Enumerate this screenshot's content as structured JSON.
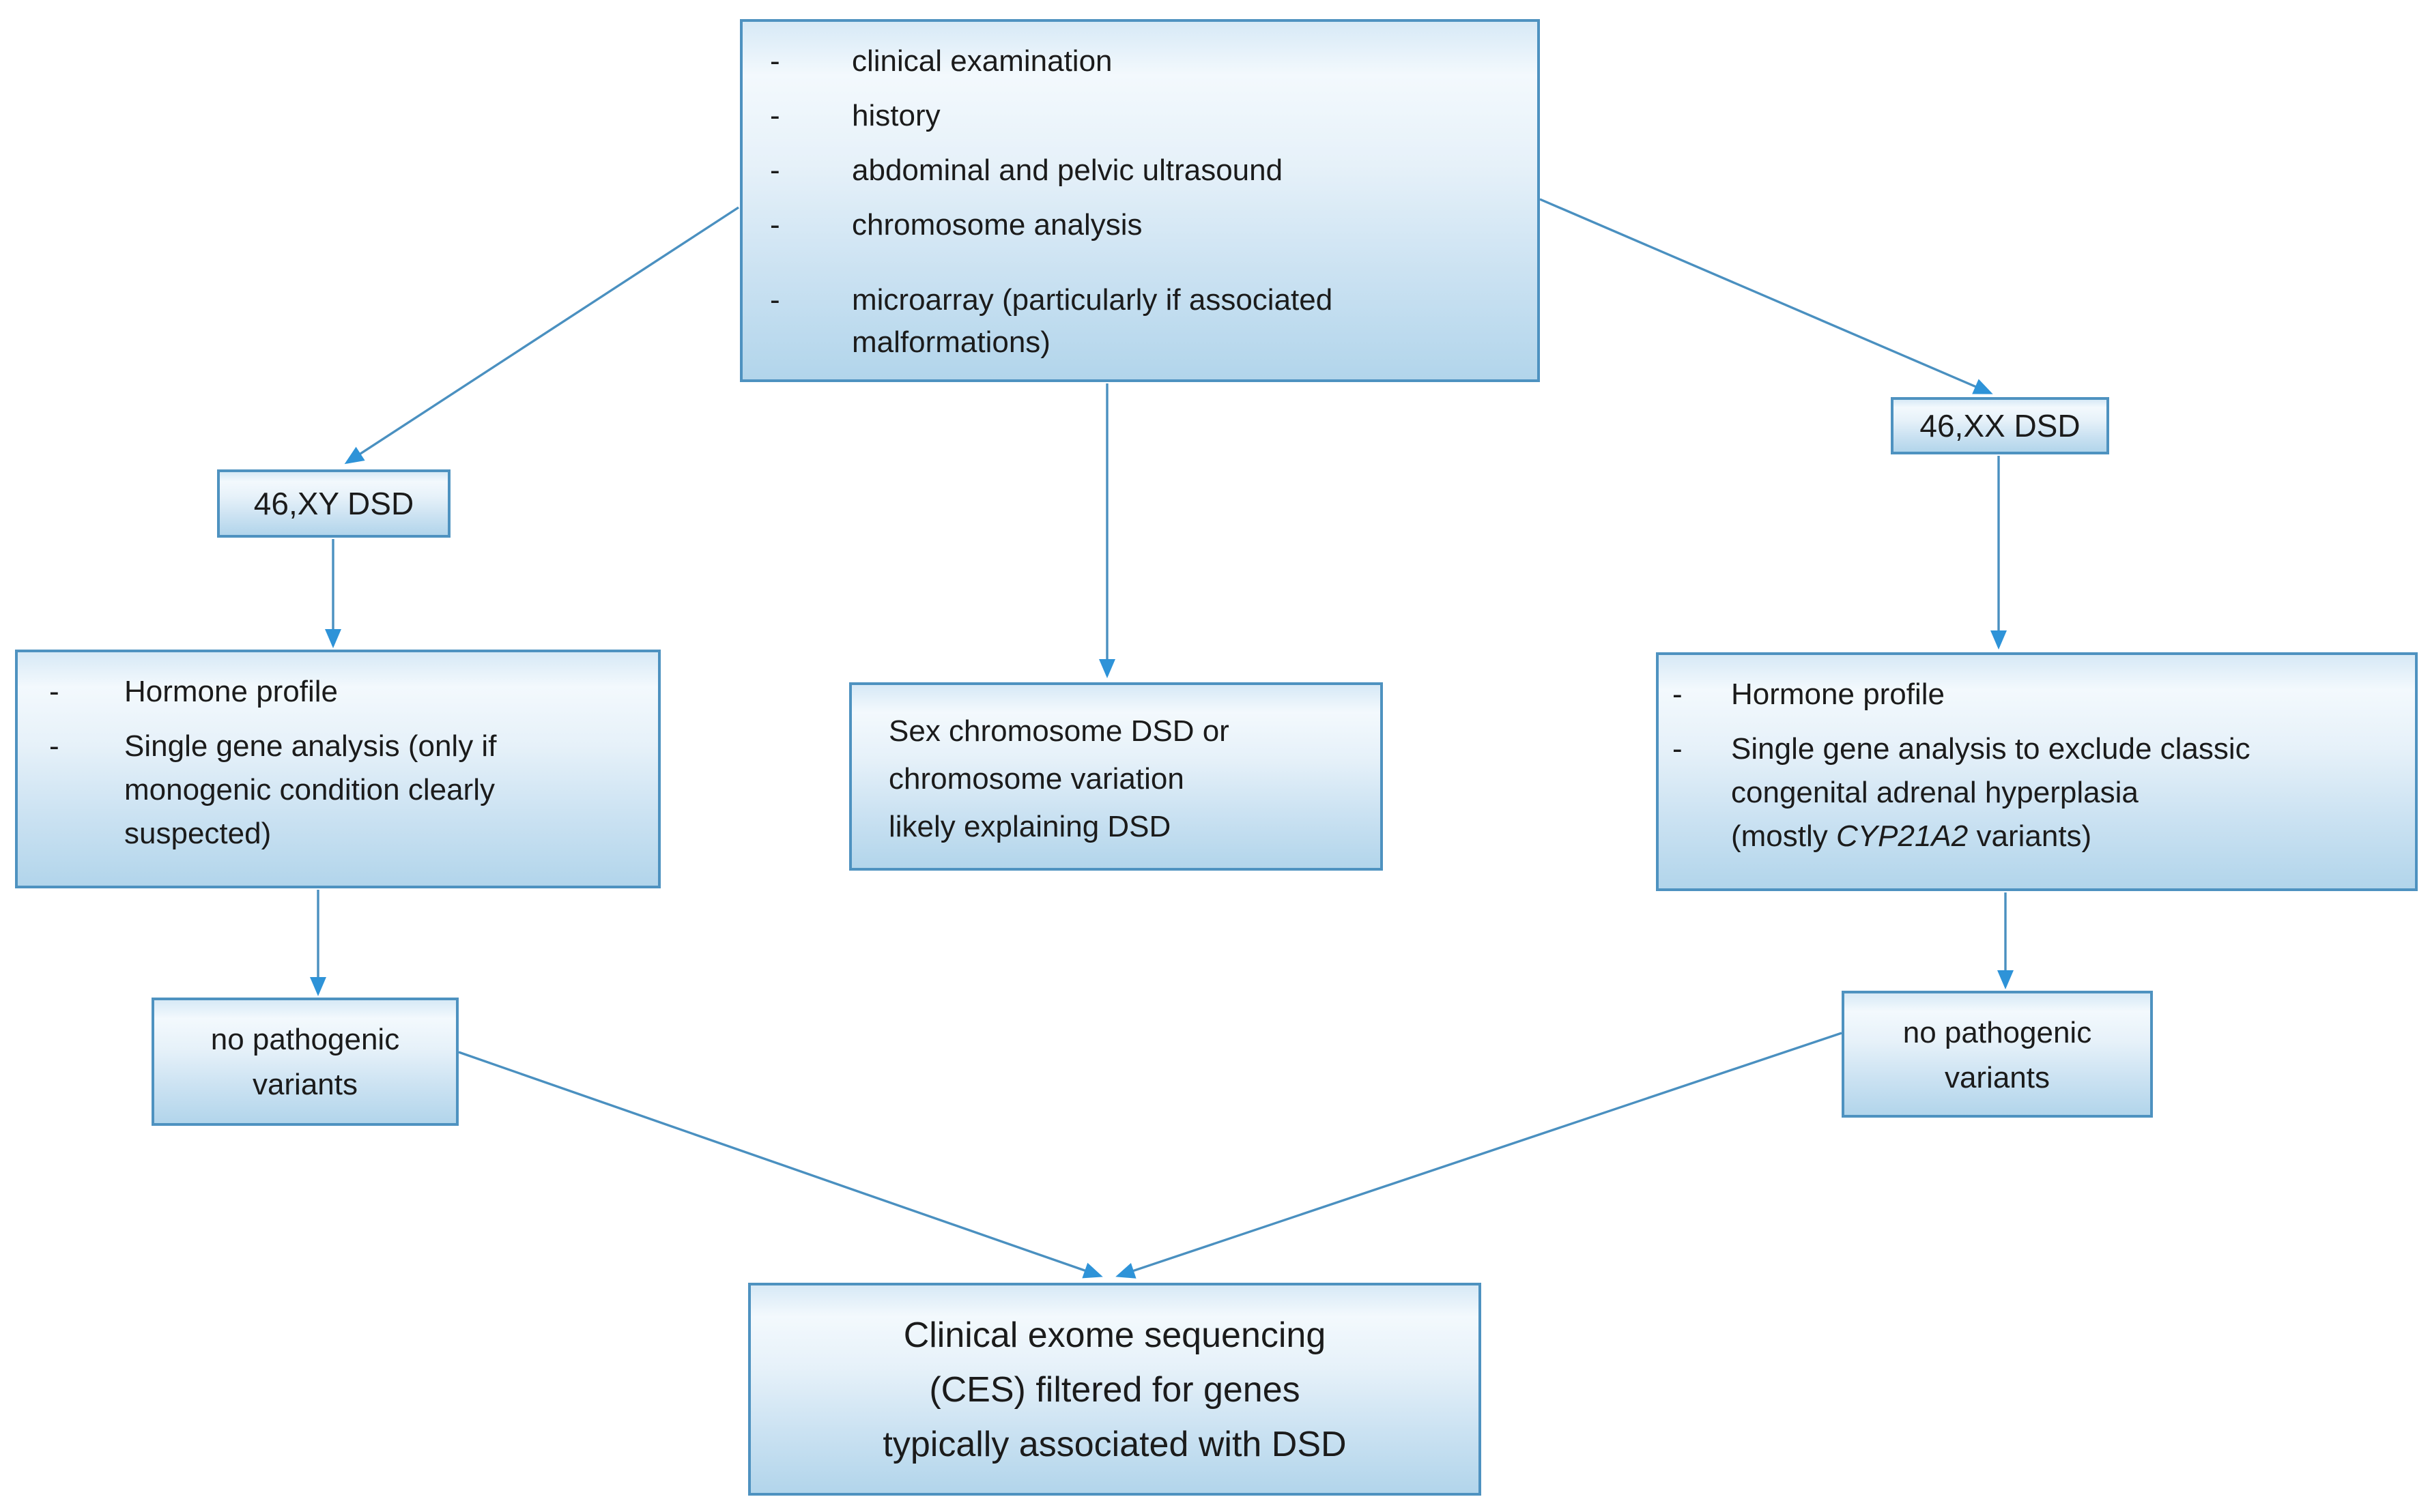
{
  "colors": {
    "box_border": "#4e92c0",
    "box_fill_light": "#f3f9fd",
    "box_fill_dark": "#b2d5eb",
    "arrow_line": "#4a90c0",
    "arrow_head": "#2e93d8",
    "text": "#1b1b1b"
  },
  "flowchart": {
    "top_box": {
      "marker": "-",
      "items": [
        [
          "clinical examination"
        ],
        [
          "history"
        ],
        [
          "abdominal and pelvic ultrasound"
        ],
        [
          "chromosome analysis"
        ],
        [
          "microarray (particularly if associated",
          "malformations)"
        ]
      ]
    },
    "xy_label": "46,XY DSD",
    "xx_label": "46,XX DSD",
    "xy_workup": {
      "marker": "-",
      "items": [
        [
          "Hormone profile"
        ],
        [
          "Single gene analysis (only if",
          "monogenic condition clearly",
          "suspected)"
        ]
      ]
    },
    "sex_chromosome_box": [
      "Sex chromosome DSD or",
      "chromosome variation",
      "likely explaining DSD"
    ],
    "xx_workup": {
      "marker": "-",
      "items": [
        [
          "Hormone profile"
        ],
        [
          "Single gene analysis to exclude classic",
          "congenital adrenal hyperplasia"
        ]
      ],
      "item2_line3": {
        "pre": "(mostly ",
        "gene": "CYP21A2",
        "post": " variants)"
      }
    },
    "no_pathogenic_left": [
      "no pathogenic",
      "variants"
    ],
    "no_pathogenic_right": [
      "no pathogenic",
      "variants"
    ],
    "ces_box": [
      "Clinical exome sequencing",
      "(CES) filtered for genes",
      "typically associated with DSD"
    ]
  }
}
